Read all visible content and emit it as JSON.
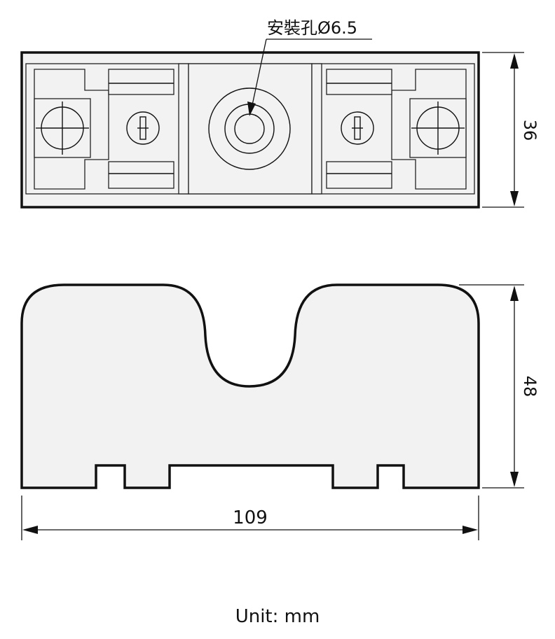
{
  "labels": {
    "hole": "安裝孔Ø6.5",
    "height_top": "36",
    "height_side": "48",
    "width": "109",
    "unit": "Unit: mm"
  },
  "colors": {
    "line": "#111111",
    "fill": "#f2f2f2",
    "background": "#ffffff"
  }
}
